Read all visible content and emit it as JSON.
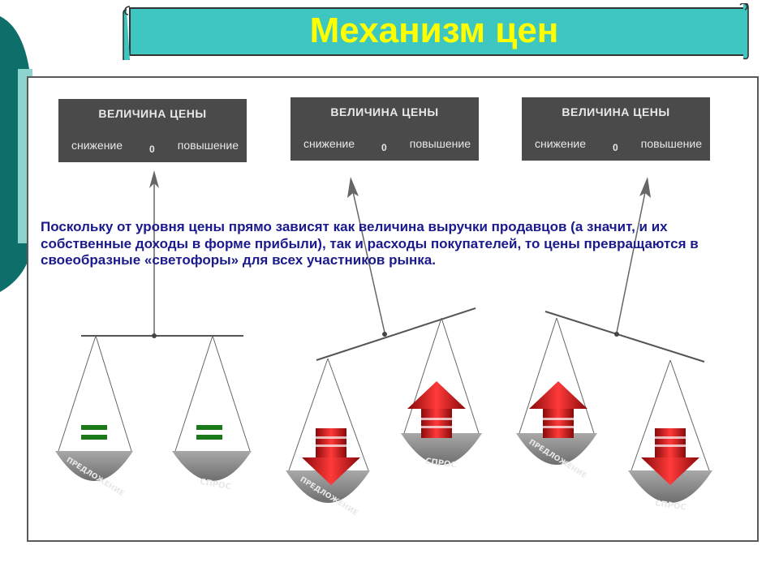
{
  "slide": {
    "title": "Механизм цен",
    "description": "Поскольку от уровня цены прямо зависят как величина выручки продавцов (а значит, и их собственные доходы в форме прибыли), так и расходы покупателей, то цены превращаются в своеобразные «светофоры» для всех участников рынка."
  },
  "price_boxes": [
    {
      "title": "ВЕЛИЧИНА ЦЕНЫ",
      "decrease": "снижение",
      "zero": "0",
      "increase": "повышение"
    },
    {
      "title": "ВЕЛИЧИНА ЦЕНЫ",
      "decrease": "снижение",
      "zero": "0",
      "increase": "повышение"
    },
    {
      "title": "ВЕЛИЧИНА ЦЕНЫ",
      "decrease": "снижение",
      "zero": "0",
      "increase": "повышение"
    }
  ],
  "scales": [
    {
      "state": "equilibrium",
      "left_pan": "ПРЕДЛОЖЕНИЕ",
      "right_pan": "СПРОС",
      "left_marker": "equals-sign",
      "right_marker": "equals-sign",
      "pointer": "zero"
    },
    {
      "state": "price-decrease",
      "left_pan": "ПРЕДЛОЖЕНИЕ",
      "right_pan": "СПРОС",
      "left_marker": "down-arrow",
      "right_marker": "up-arrow",
      "pointer": "decrease"
    },
    {
      "state": "price-increase",
      "left_pan": "ПРЕДЛОЖЕНИЕ",
      "right_pan": "СПРОС",
      "left_marker": "up-arrow",
      "right_marker": "down-arrow",
      "pointer": "increase"
    }
  ],
  "colors": {
    "banner_fill": "#3ec7c0",
    "title_text": "#ffff00",
    "description_text": "#1a1a8c",
    "price_box": "#4a4a4a",
    "pan_fill": "#8c8c8c",
    "arrow_red": "#d01818",
    "equals_green": "#1a7a1a",
    "deco_teal": "#0e6e69"
  }
}
